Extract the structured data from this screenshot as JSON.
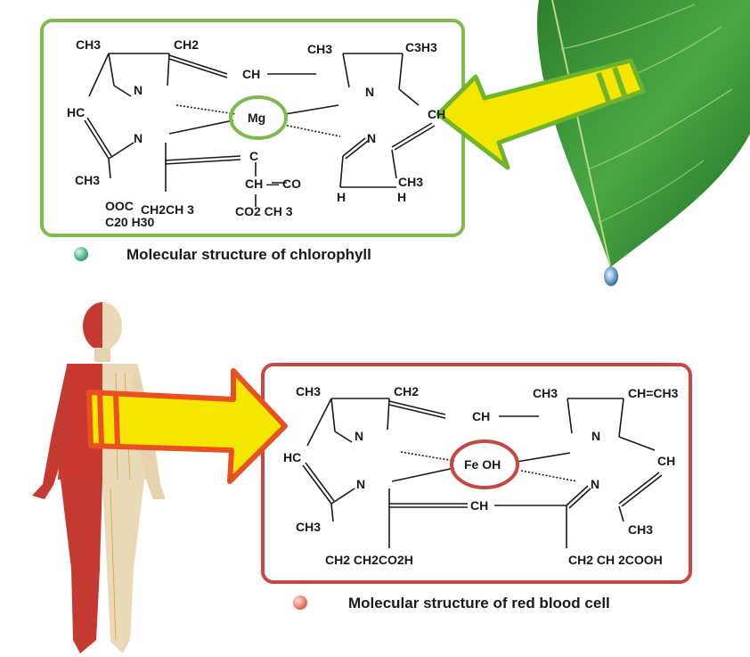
{
  "colors": {
    "chlorophyll_frame": "#7dbb4a",
    "blood_frame": "#c9473f",
    "arrow_yellow": "#f5e600",
    "arrow_green_edge": "#6fb52c",
    "arrow_red_edge": "#e8501f",
    "leaf_green": "#3f9a3a"
  },
  "chlorophyll": {
    "caption": "Molecular structure of chlorophyll",
    "center_atom": "Mg",
    "labels": {
      "ch3_tl": "CH3",
      "ch2_top": "CH2",
      "ch_top": "CH",
      "ch3_tr": "CH3",
      "c3h3": "C3H3",
      "n_tl": "N",
      "n_tr": "N",
      "hc_left": "HC",
      "ch_right": "CH",
      "n_bl": "N",
      "n_br": "N",
      "c_mid": "C",
      "ch3_bl": "CH3",
      "ch_co": "CH — CO",
      "h_a": "H",
      "h_b": "H",
      "ch3_br": "CH3",
      "ooc": "OOC",
      "ch2ch3": "CH2CH 3",
      "co2ch3": "CO2 CH 3",
      "c20h30": "C20 H30"
    }
  },
  "blood": {
    "caption": "Molecular structure of red blood cell",
    "center_atom": "Fe OH",
    "labels": {
      "ch3_tl": "CH3",
      "ch2_top": "CH2",
      "ch_top": "CH",
      "ch3_tr": "CH3",
      "ch_ch3": "CH=CH3",
      "n_tl": "N",
      "n_tr": "N",
      "hc_left": "HC",
      "ch_right": "CH",
      "n_bl": "N",
      "n_br": "N",
      "ch_mid": "CH",
      "ch3_bl": "CH3",
      "ch3_br": "CH3",
      "chain_left": "CH2 CH2CO2H",
      "chain_right": "CH2 CH 2COOH"
    }
  }
}
